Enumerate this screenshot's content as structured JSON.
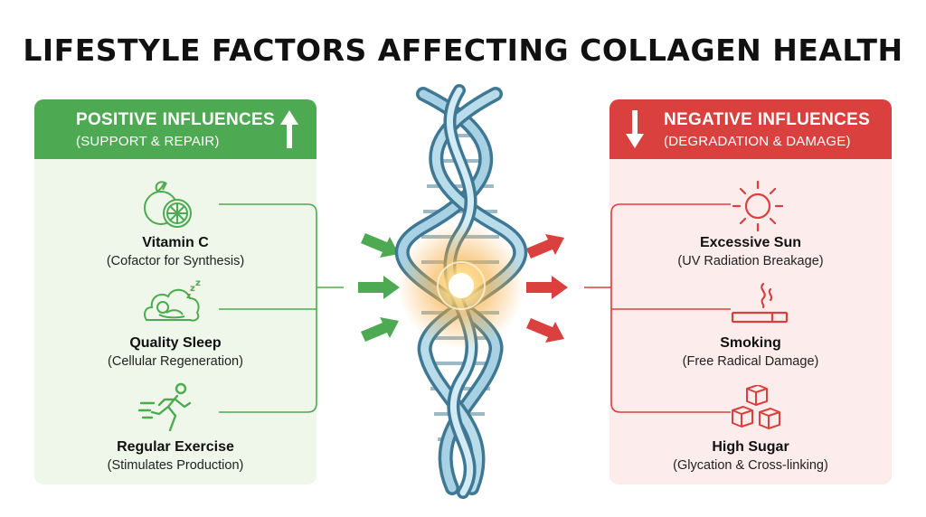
{
  "title": "LIFESTYLE FACTORS AFFECTING COLLAGEN HEALTH",
  "positive": {
    "heading": "POSITIVE INFLUENCES",
    "subheading": "(SUPPORT & REPAIR)",
    "color": "#4eaa52",
    "items": [
      {
        "name": "Vitamin C",
        "desc": "(Cofactor for Synthesis)",
        "icon": "citrus-fruit-icon"
      },
      {
        "name": "Quality Sleep",
        "desc": "(Cellular Regeneration)",
        "icon": "sleeping-person-icon"
      },
      {
        "name": "Regular Exercise",
        "desc": "(Stimulates Production)",
        "icon": "running-person-icon"
      }
    ]
  },
  "negative": {
    "heading": "NEGATIVE INFLUENCES",
    "subheading": "(DEGRADATION & DAMAGE)",
    "color": "#d9403e",
    "items": [
      {
        "name": "Excessive Sun",
        "desc": "(UV Radiation Breakage)",
        "icon": "sun-icon"
      },
      {
        "name": "Smoking",
        "desc": "(Free Radical Damage)",
        "icon": "cigarette-icon"
      },
      {
        "name": "High Sugar",
        "desc": "(Glycation & Cross-linking)",
        "icon": "sugar-cubes-icon"
      }
    ]
  },
  "center": {
    "icon": "collagen-triple-helix-icon"
  }
}
